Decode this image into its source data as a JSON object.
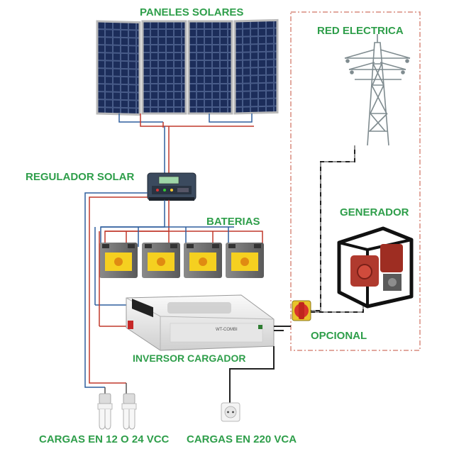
{
  "labels": {
    "solar_panels": "PANELES SOLARES",
    "grid": "RED ELECTRICA",
    "regulator": "REGULADOR SOLAR",
    "batteries": "BATERIAS",
    "generator": "GENERADOR",
    "optional": "OPCIONAL",
    "inverter": "INVERSOR CARGADOR",
    "dc_loads": "CARGAS EN  12 O 24 VCC",
    "ac_loads": "CARGAS EN  220 VCA"
  },
  "inverter_brand": "WT-COMBI",
  "colors": {
    "label_green": "#2e9e4a",
    "wire_red": "#c0392b",
    "wire_blue": "#2f5f9e",
    "wire_black": "#222222",
    "optional_border": "#d98c7e",
    "battery_body": "#6b6b6b",
    "battery_label": "#f5d020"
  }
}
